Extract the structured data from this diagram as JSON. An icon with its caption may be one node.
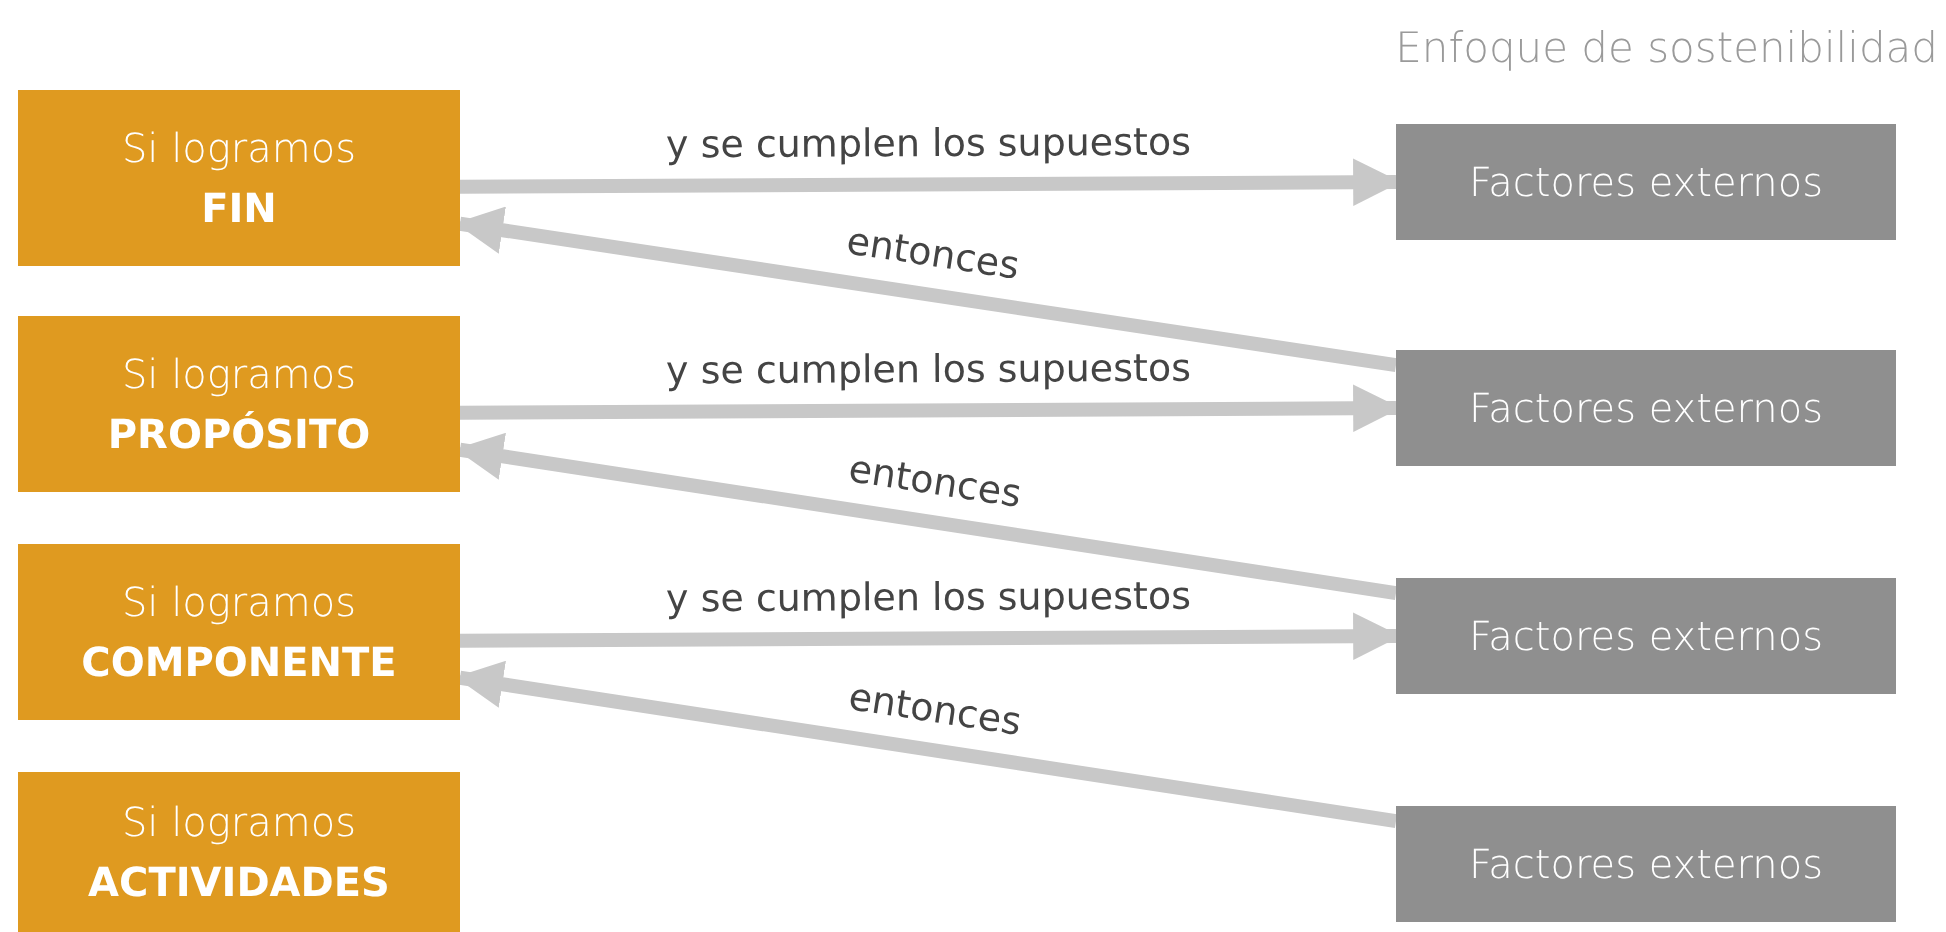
{
  "diagram": {
    "title": "Enfoque de sostenibilidad",
    "nodes": [
      {
        "text": [
          "Si logramos",
          "FIN"
        ]
      },
      {
        "text": [
          "Si logramos",
          "PROPÓSITO"
        ]
      },
      {
        "text": [
          "Si logramos",
          "COMPONENTE"
        ]
      },
      {
        "text": [
          "Si logramos",
          "ACTIVIDADES"
        ]
      },
      {
        "text": [
          "Factores externos"
        ]
      },
      {
        "text": [
          "Factores externos"
        ]
      },
      {
        "text": [
          "Factores externos"
        ]
      },
      {
        "text": [
          "Factores externos"
        ]
      }
    ],
    "edges": [
      {
        "from": 0,
        "to": 4,
        "arrow": "to",
        "label": "y se cumplen los supuestos"
      },
      {
        "from": 5,
        "to": 0,
        "arrow": "to",
        "label": "entonces"
      },
      {
        "from": 1,
        "to": 5,
        "arrow": "to",
        "label": "y se cumplen los supuestos"
      },
      {
        "from": 6,
        "to": 1,
        "arrow": "to",
        "label": "entonces"
      },
      {
        "from": 2,
        "to": 6,
        "arrow": "to",
        "label": "y se cumplen los supuestos"
      },
      {
        "from": 7,
        "to": 2,
        "arrow": "to",
        "label": "entonces"
      }
    ]
  }
}
